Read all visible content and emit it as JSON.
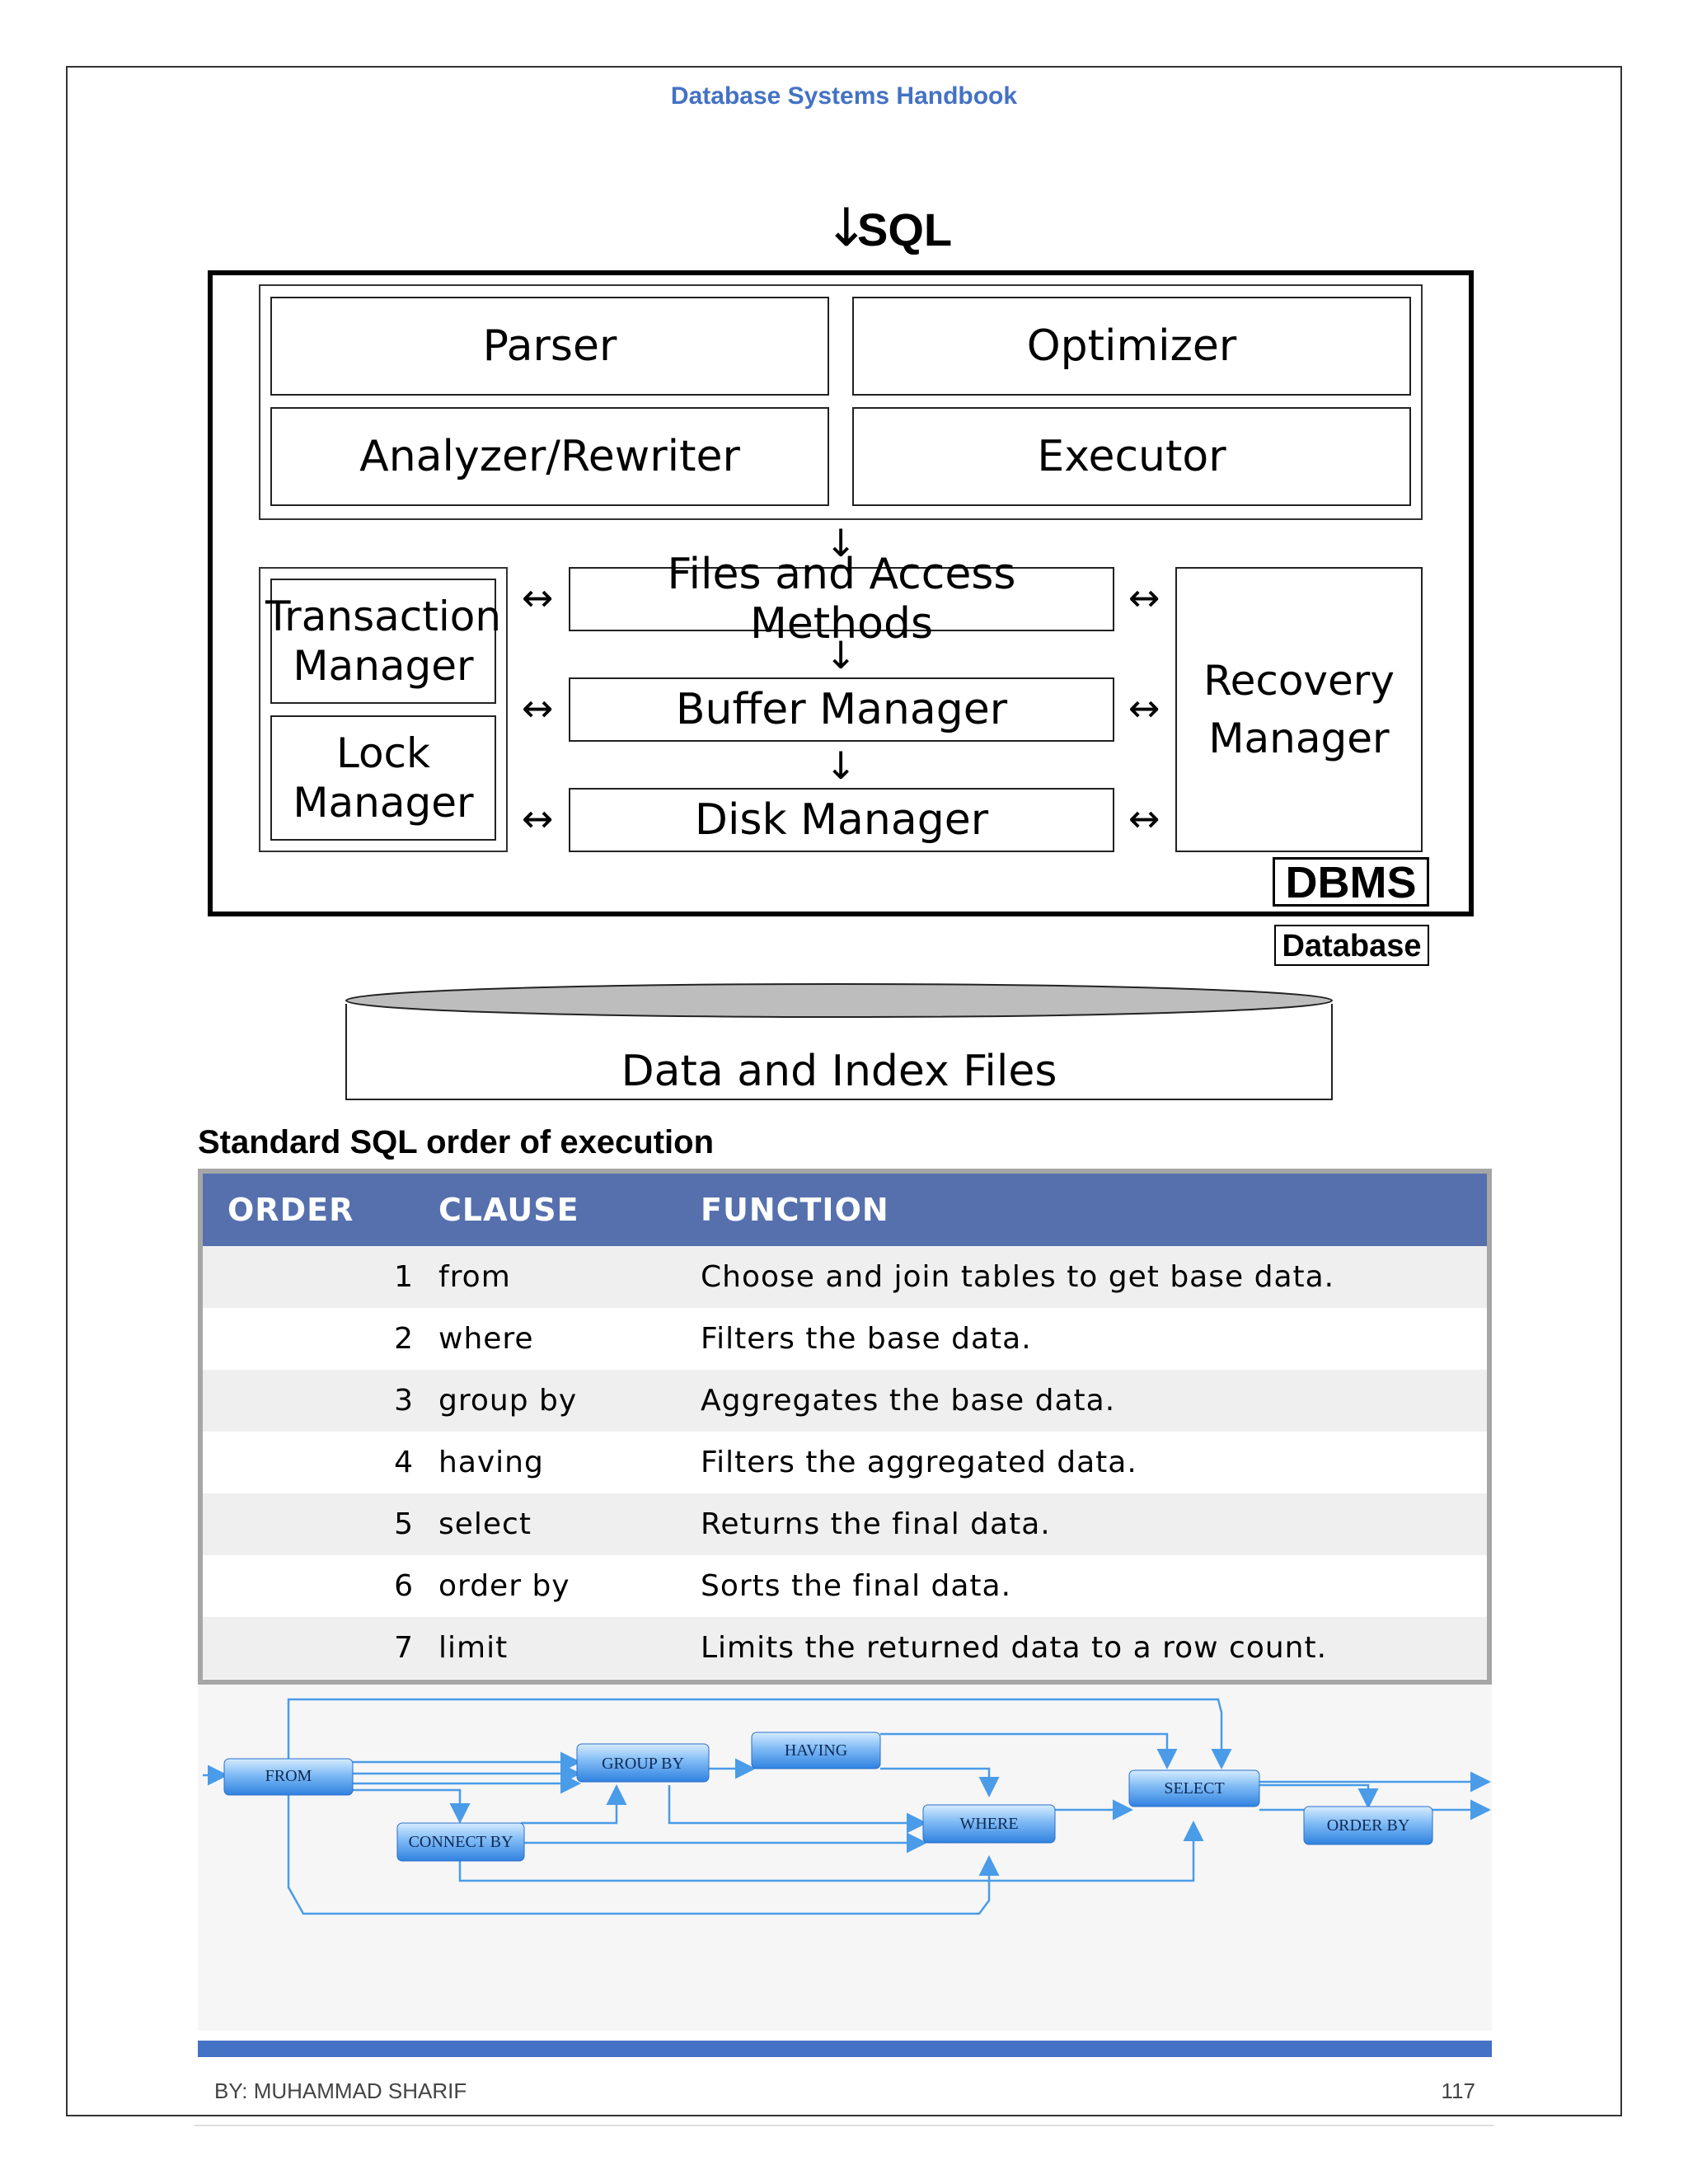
{
  "header": {
    "title": "Database Systems Handbook"
  },
  "architecture": {
    "input_label": "SQL",
    "query_boxes": [
      "Parser",
      "Optimizer",
      "Analyzer/Rewriter",
      "Executor"
    ],
    "transaction_manager": "Transaction Manager",
    "lock_manager": "Lock Manager",
    "files_access": "Files and Access Methods",
    "buffer_manager": "Buffer Manager",
    "disk_manager": "Disk Manager",
    "recovery_manager": "Recovery Manager",
    "dbms_label": "DBMS",
    "database_label": "Database",
    "storage_label": "Data and Index Files"
  },
  "section_heading": "Standard SQL order of execution",
  "order_table": {
    "headers": [
      "ORDER",
      "CLAUSE",
      "FUNCTION"
    ],
    "rows": [
      {
        "order": "1",
        "clause": "from",
        "function": "Choose and join tables to get base data."
      },
      {
        "order": "2",
        "clause": "where",
        "function": "Filters the base data."
      },
      {
        "order": "3",
        "clause": "group by",
        "function": "Aggregates the base data."
      },
      {
        "order": "4",
        "clause": "having",
        "function": "Filters the aggregated data."
      },
      {
        "order": "5",
        "clause": "select",
        "function": "Returns the final data."
      },
      {
        "order": "6",
        "clause": "order by",
        "function": "Sorts the final data."
      },
      {
        "order": "7",
        "clause": "limit",
        "function": "Limits the returned data to a row count."
      }
    ]
  },
  "flow": {
    "nodes": {
      "from": "FROM",
      "group_by": "GROUP BY",
      "having": "HAVING",
      "connect_by": "CONNECT BY",
      "where": "WHERE",
      "select": "SELECT",
      "order_by": "ORDER BY"
    },
    "colors": {
      "line": "#4a9be8",
      "node_top": "#cfe8ff",
      "node_bottom": "#3d8ee6"
    }
  },
  "footer": {
    "author": "BY: MUHAMMAD SHARIF",
    "page": "117"
  }
}
